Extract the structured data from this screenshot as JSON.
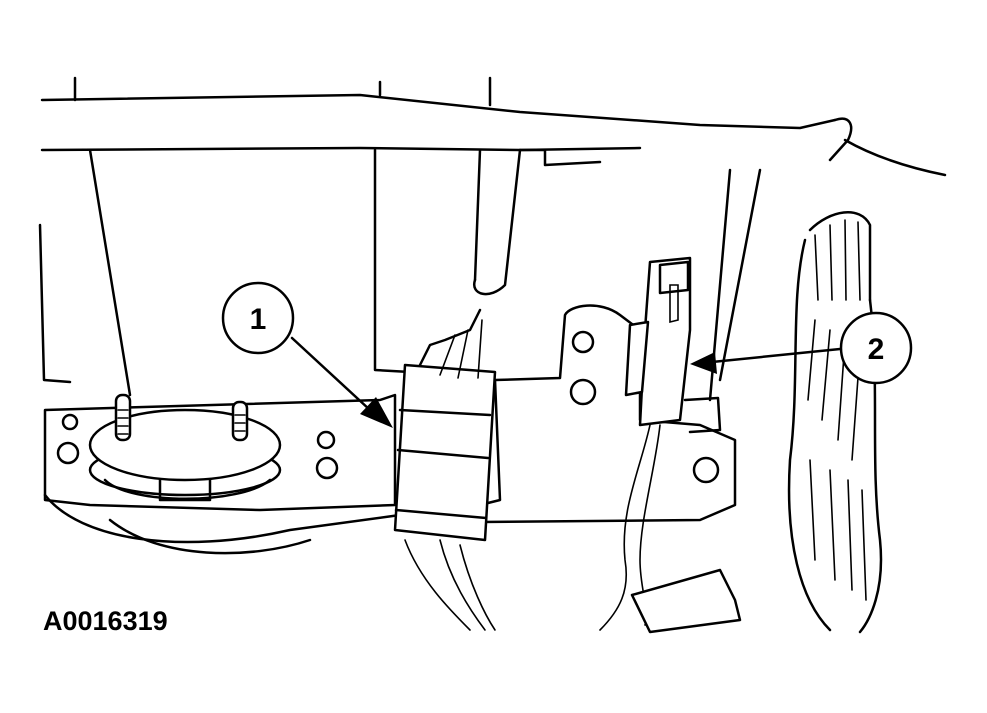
{
  "callouts": [
    {
      "label": "1"
    },
    {
      "label": "2"
    }
  ],
  "figure_id": "A0016319",
  "colors": {
    "ink": "#000000",
    "paper": "#ffffff"
  }
}
